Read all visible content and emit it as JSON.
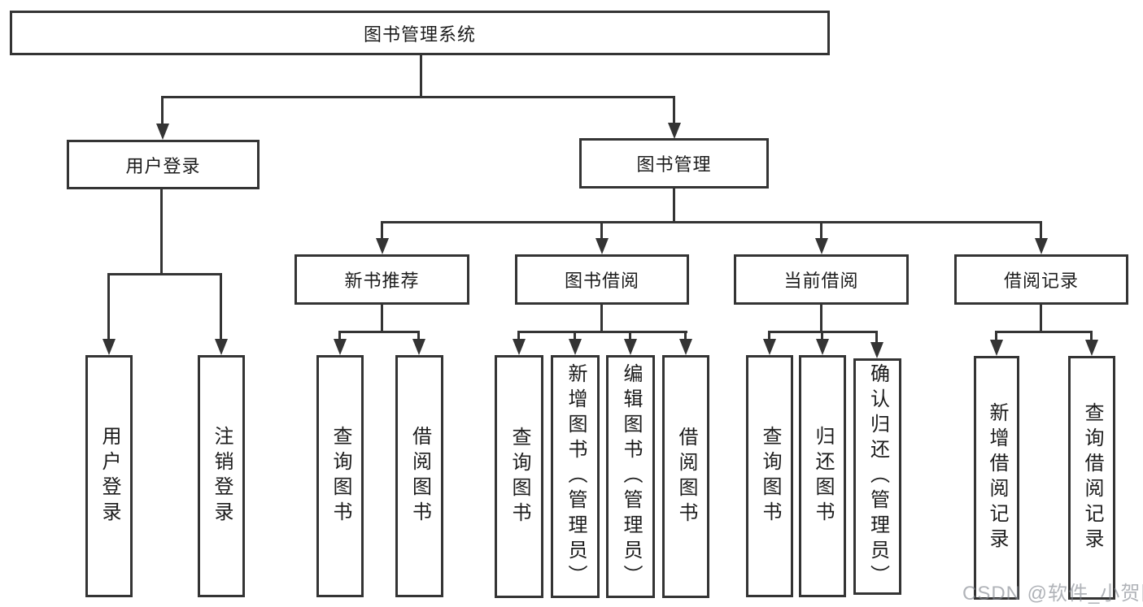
{
  "diagram_type": "functional-structure-tree",
  "colors": {
    "background": "#ffffff",
    "line": "#343434",
    "text": "#1c1c1c",
    "watermark": "#8a8e96"
  },
  "tree": {
    "label": "图书管理系统",
    "children": [
      {
        "label": "用户登录",
        "children": [
          {
            "label": "用户登录"
          },
          {
            "label": "注销登录"
          }
        ]
      },
      {
        "label": "图书管理",
        "children": [
          {
            "label": "新书推荐",
            "children": [
              {
                "label": "查询图书"
              },
              {
                "label": "借阅图书"
              }
            ]
          },
          {
            "label": "图书借阅",
            "children": [
              {
                "label": "查询图书"
              },
              {
                "label": "新增图书（管理员）"
              },
              {
                "label": "编辑图书（管理员）"
              },
              {
                "label": "借阅图书"
              }
            ]
          },
          {
            "label": "当前借阅",
            "children": [
              {
                "label": "查询图书"
              },
              {
                "label": "归还图书"
              },
              {
                "label": "确认归还（管理员）"
              }
            ]
          },
          {
            "label": "借阅记录",
            "children": [
              {
                "label": "新增借阅记录"
              },
              {
                "label": "查询借阅记录"
              }
            ]
          }
        ]
      }
    ]
  },
  "watermark": {
    "text": "CSDN @软件_小贺同学"
  }
}
